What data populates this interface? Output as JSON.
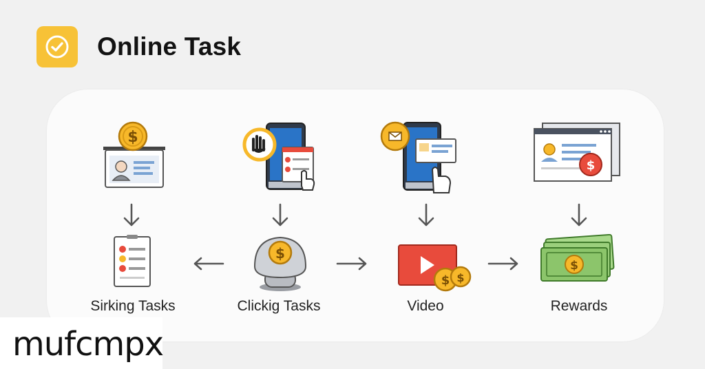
{
  "header": {
    "title": "Online Task",
    "icon": "check-badge-icon",
    "accent": "#f7c237"
  },
  "steps": [
    {
      "label": "Sirking Tasks",
      "top_icon": "profile-card-coin-icon",
      "bottom_icon": "checklist-icon"
    },
    {
      "label": "Clickig Tasks",
      "top_icon": "phone-hand-tap-icon",
      "bottom_icon": "coin-dome-icon"
    },
    {
      "label": "Video",
      "top_icon": "phone-tap-coin-icon",
      "bottom_icon": "video-coins-icon"
    },
    {
      "label": "Rewards",
      "top_icon": "browser-coin-icon",
      "bottom_icon": "cash-stack-icon"
    }
  ],
  "watermark": {
    "text": "mufcmpx"
  },
  "colors": {
    "coin": "#f7b82a",
    "coin_dark": "#c88a10",
    "red": "#e84b3c",
    "blue": "#2a74c7",
    "cash": "#8cc56b"
  }
}
